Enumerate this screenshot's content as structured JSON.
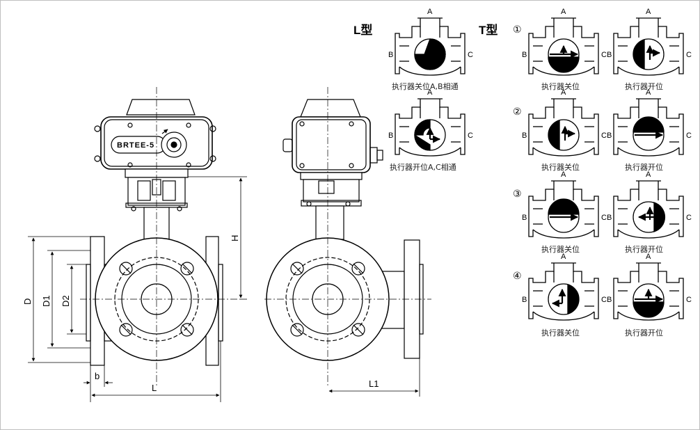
{
  "drawing": {
    "actuator_brand": "BRTEE-5",
    "dimensions": {
      "D": "D",
      "D1": "D1",
      "D2": "D2",
      "H": "H",
      "L": "L",
      "L1": "L1",
      "b": "b"
    }
  },
  "l_type": {
    "title": "L型",
    "states": [
      {
        "caption": "执行器关位A,B相通",
        "ports": [
          "A",
          "B",
          "C"
        ]
      },
      {
        "caption": "执行器开位A,C相通",
        "ports": [
          "A",
          "B",
          "C"
        ]
      }
    ]
  },
  "t_type": {
    "title": "T型",
    "groups": [
      {
        "marker": "①",
        "closed_caption": "执行器关位",
        "open_caption": "执行器开位"
      },
      {
        "marker": "②",
        "closed_caption": "执行器关位",
        "open_caption": "执行器开位"
      },
      {
        "marker": "③",
        "closed_caption": "执行器关位",
        "open_caption": "执行器开位"
      },
      {
        "marker": "④",
        "closed_caption": "执行器关位",
        "open_caption": "执行器开位"
      }
    ],
    "ports": [
      "A",
      "B",
      "C"
    ]
  }
}
